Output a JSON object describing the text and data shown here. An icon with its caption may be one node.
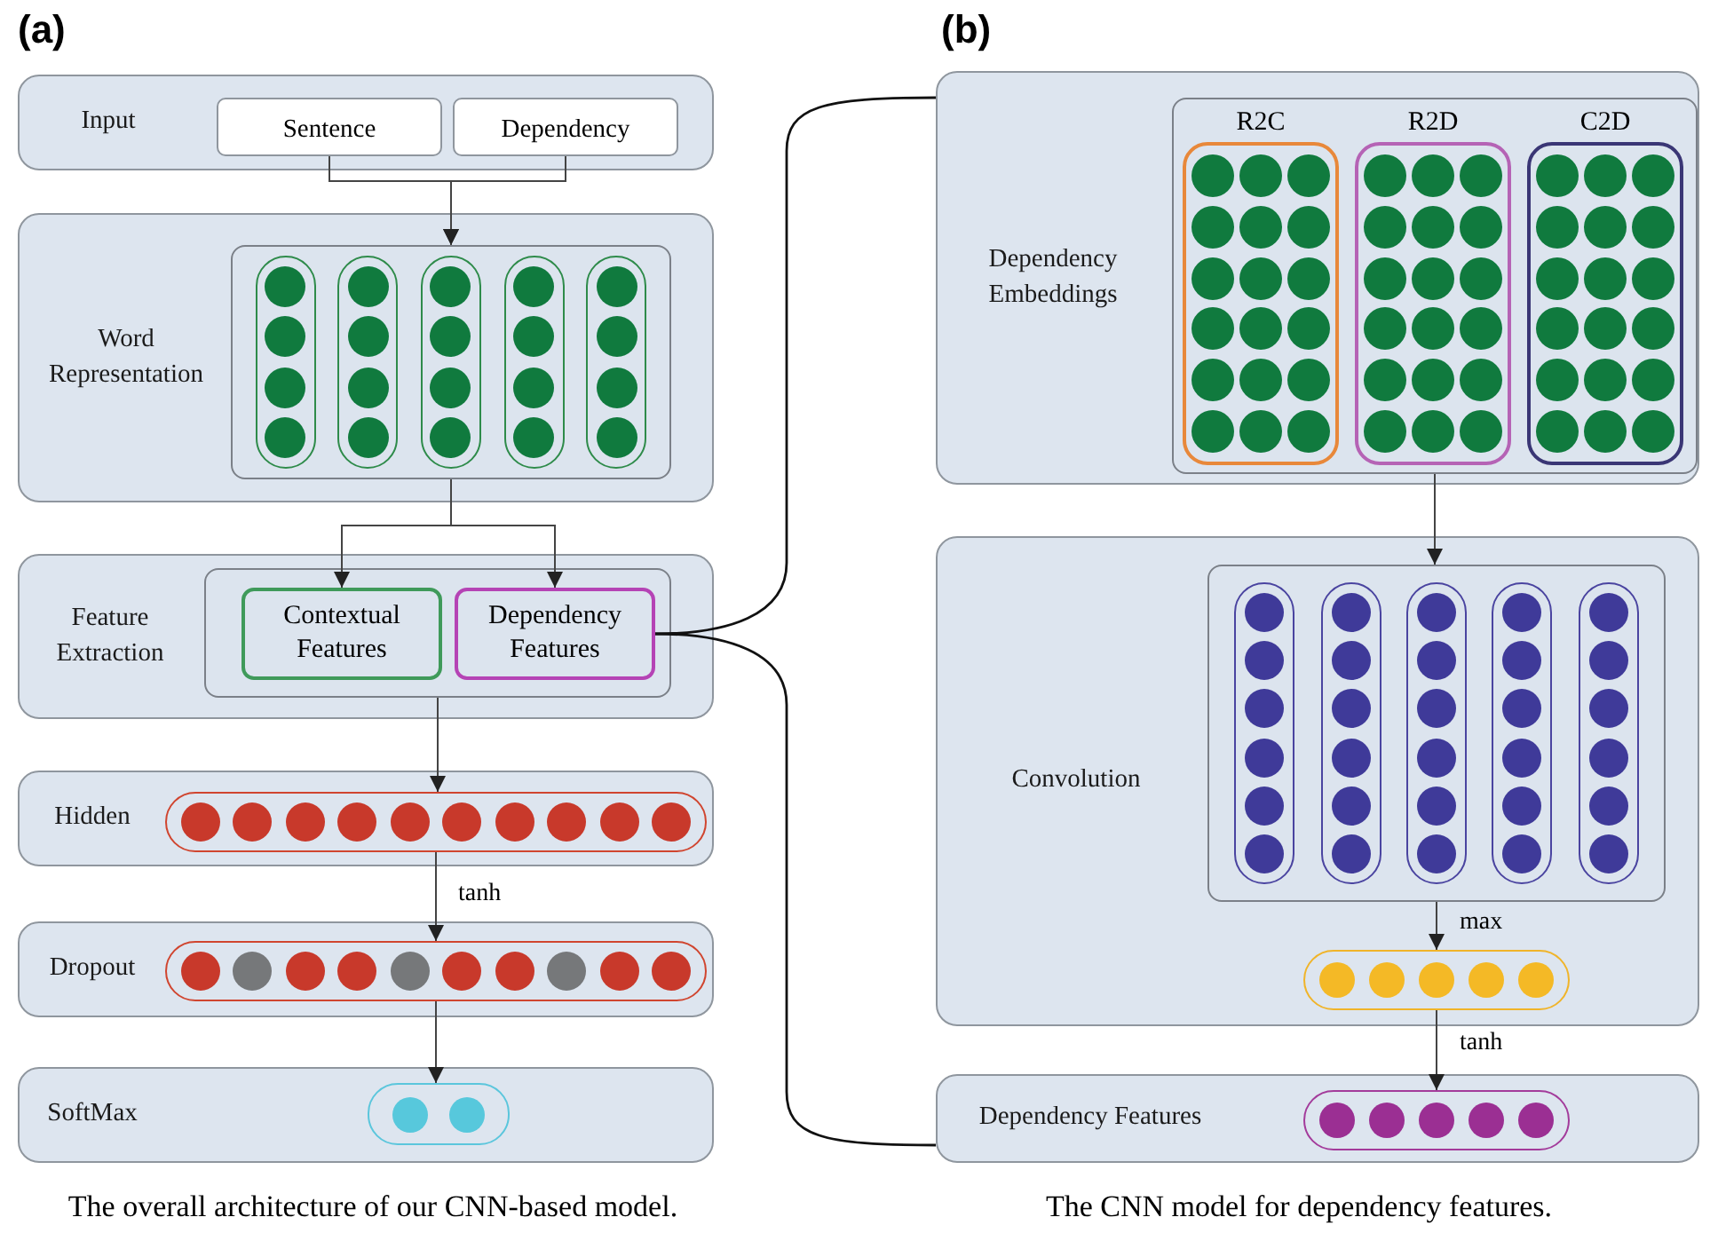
{
  "diagram": {
    "nodes": [
      {
        "text": [
          "Input"
        ]
      },
      {
        "text": [
          "Sentence"
        ],
        "in": 0
      },
      {
        "text": [
          "Dependency"
        ],
        "in": 0
      },
      {
        "text": [
          "Word Representation"
        ]
      },
      {
        "text": [],
        "shape": "box",
        "in": 3
      },
      {
        "text": [
          "Feature Extraction"
        ]
      },
      {
        "text": [],
        "shape": "box",
        "in": 5
      },
      {
        "text": [
          "Contextual Features"
        ],
        "in": 6
      },
      {
        "text": [
          "Dependency Features"
        ],
        "in": 6
      },
      {
        "text": [
          "Hidden"
        ]
      },
      {
        "text": [],
        "shape": "bar",
        "in": 9
      },
      {
        "text": [
          "Dropout"
        ]
      },
      {
        "text": [],
        "shape": "bar",
        "in": 11
      },
      {
        "text": [
          "SoftMax"
        ]
      },
      {
        "text": [],
        "shape": "bar",
        "in": 13
      },
      {
        "text": [
          "Dependency Embeddings"
        ]
      },
      {
        "text": [],
        "shape": "box",
        "in": 15
      },
      {
        "text": [
          "R2C"
        ],
        "in": 16
      },
      {
        "text": [
          "R2D"
        ],
        "in": 16
      },
      {
        "text": [
          "C2D"
        ],
        "in": 16
      },
      {
        "text": [
          "Convolution"
        ]
      },
      {
        "text": [],
        "shape": "box",
        "in": 20
      },
      {
        "text": [],
        "shape": "bar",
        "in": 20
      },
      {
        "text": [
          "Dependency Features"
        ]
      },
      {
        "text": [],
        "shape": "bar",
        "in": 23
      }
    ],
    "edges": [
      {
        "from": 1,
        "to": 4,
        "arrow": "to"
      },
      {
        "from": 2,
        "to": 4,
        "arrow": "to"
      },
      {
        "from": 4,
        "to": 7,
        "arrow": "to"
      },
      {
        "from": 4,
        "to": 8,
        "arrow": "to"
      },
      {
        "from": 6,
        "to": 10,
        "arrow": "to"
      },
      {
        "from": 10,
        "to": 12,
        "arrow": "to",
        "label": "tanh"
      },
      {
        "from": 12,
        "to": 14,
        "arrow": "to"
      },
      {
        "from": 16,
        "to": 21,
        "arrow": "to"
      },
      {
        "from": 21,
        "to": 22,
        "arrow": "to",
        "label": "max"
      },
      {
        "from": 22,
        "to": 24,
        "arrow": "to",
        "label": "tanh"
      },
      {
        "from": 8,
        "to": 15,
        "arrow": "none"
      },
      {
        "from": 8,
        "to": 23,
        "arrow": "none"
      }
    ],
    "labels": [
      "(a)",
      "(b)",
      "The overall architecture of our CNN-based model.",
      "The CNN model for dependency features."
    ]
  }
}
